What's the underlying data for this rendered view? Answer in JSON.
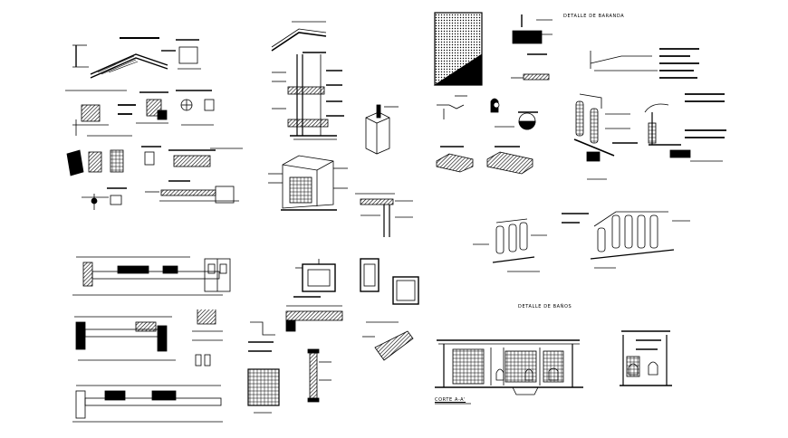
{
  "labels": {
    "detalle_baranda": "DETALLE DE BARANDA",
    "detalle_banos": "DETALLE DE BAÑOS",
    "corte_aa": "CORTE A-A'"
  },
  "colors": {
    "background": "#ffffff",
    "ink": "#000000"
  }
}
